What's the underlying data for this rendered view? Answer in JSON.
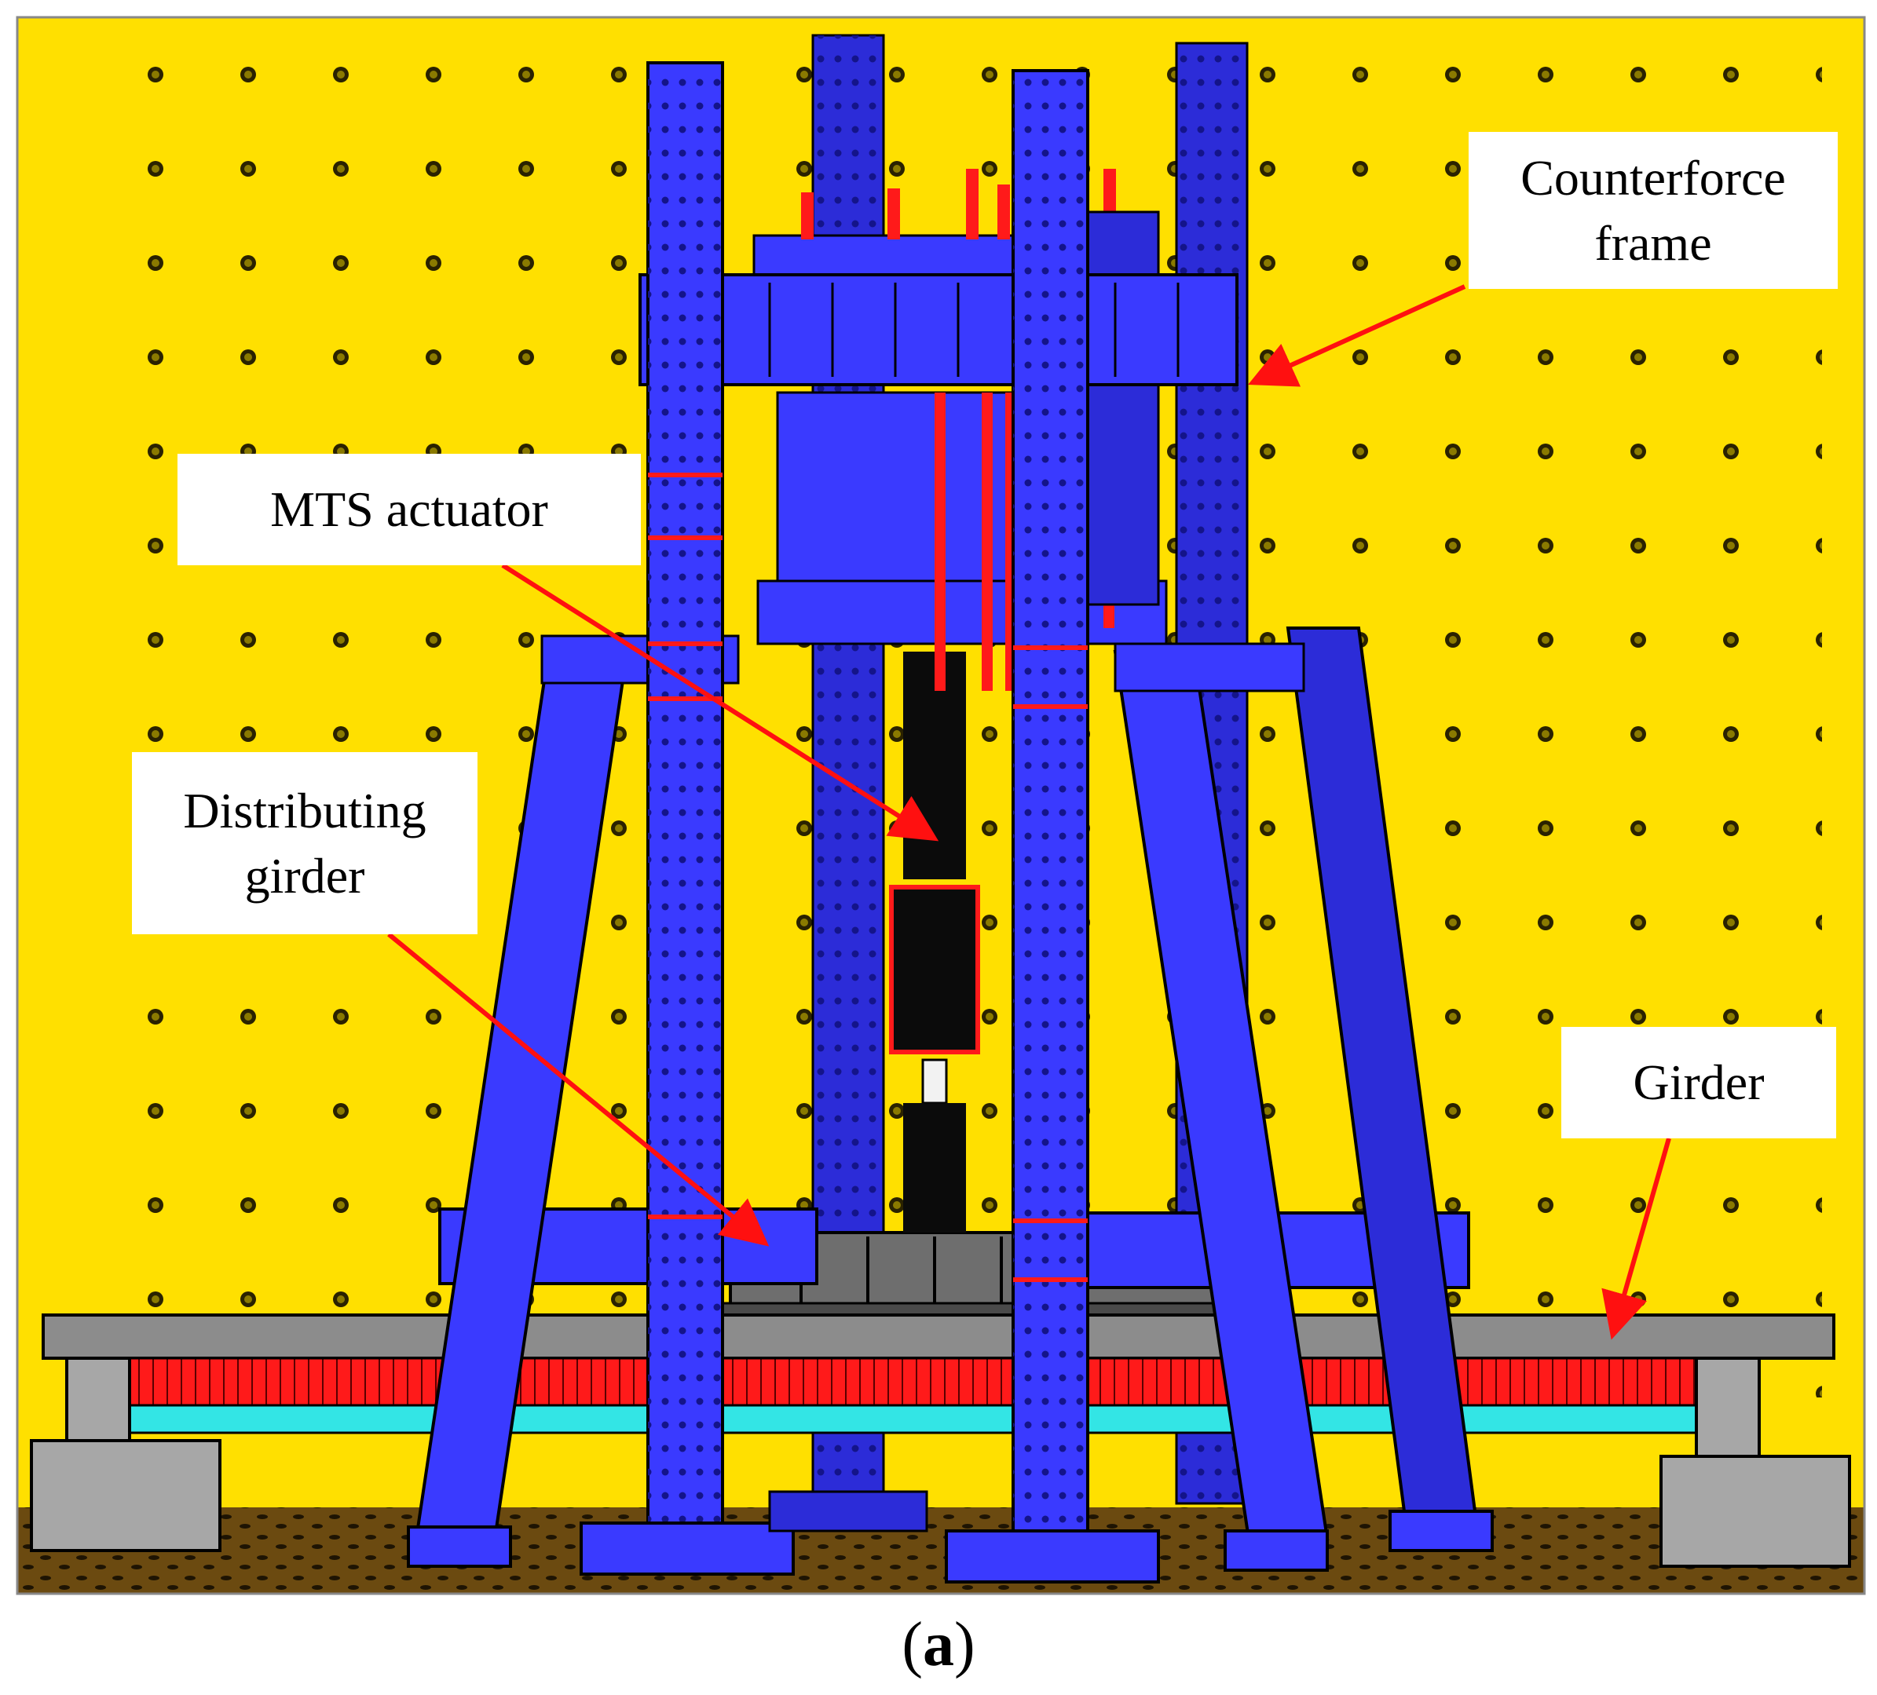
{
  "labels": {
    "counterforce_frame": [
      "Counterforce",
      "frame"
    ],
    "mts_actuator": [
      "MTS actuator"
    ],
    "distributing_girder": [
      "Distributing",
      "girder"
    ],
    "girder": [
      "Girder"
    ]
  },
  "caption": {
    "open": "(",
    "letter": "a",
    "close": ")"
  },
  "colors": {
    "background": "#ffe000",
    "steel_frame": "#3a3aff",
    "actuator": "#0b0b0b",
    "prestress_tendons": "#ff1a1a",
    "cyan_strip": "#33e5e5",
    "concrete": "#a7a7a7",
    "ground": "#6b4a10",
    "arrows": "#ff1010"
  }
}
